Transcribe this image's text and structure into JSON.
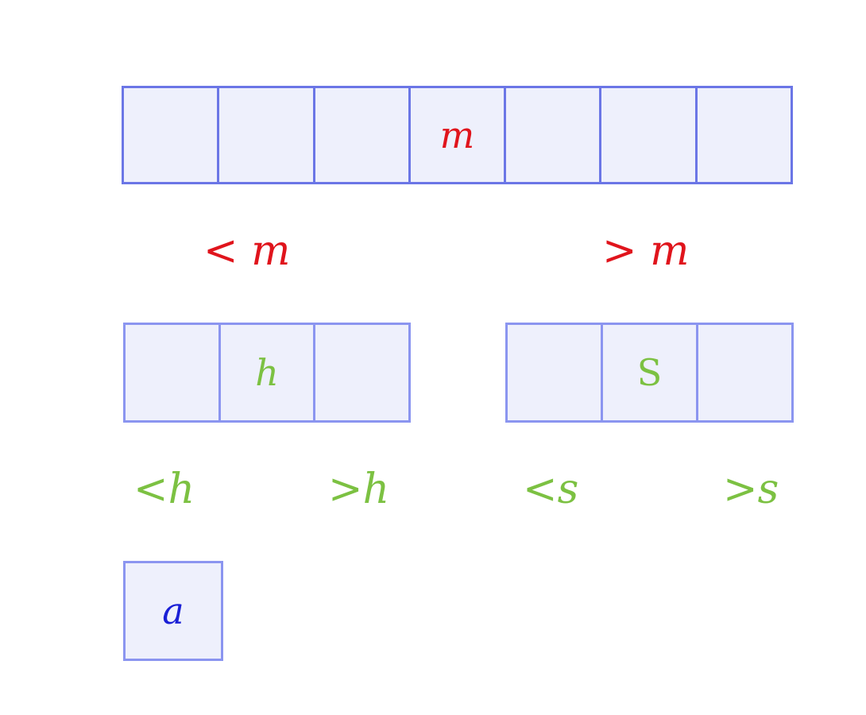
{
  "colors": {
    "box_stroke": "#6b76e6",
    "box_fill": "#eef0fc",
    "red": "#e0141c",
    "green": "#7cc142",
    "blue": "#1a1fd6"
  },
  "top_array": {
    "cells": [
      "",
      "",
      "",
      "m",
      "",
      "",
      ""
    ]
  },
  "top_split_labels": {
    "less": "< m",
    "greater": "> m"
  },
  "left_array": {
    "cells": [
      "",
      "h",
      ""
    ]
  },
  "right_array": {
    "cells": [
      "",
      "S",
      ""
    ]
  },
  "second_split_labels": {
    "less_h": "<h",
    "greater_h": ">h",
    "less_s": "<s",
    "greater_s": ">s"
  },
  "single_array": {
    "cells": [
      "a"
    ]
  }
}
